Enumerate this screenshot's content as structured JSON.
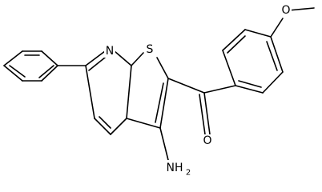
{
  "diagram": {
    "atoms": [
      {
        "id": "N_ring",
        "label": "N"
      },
      {
        "id": "S_ring",
        "label": "S"
      },
      {
        "id": "O_carbonyl",
        "label": "O"
      },
      {
        "id": "O_methoxy",
        "label": "O"
      },
      {
        "id": "amino",
        "label": "NH2",
        "main": "NH",
        "sub": "2"
      }
    ]
  }
}
